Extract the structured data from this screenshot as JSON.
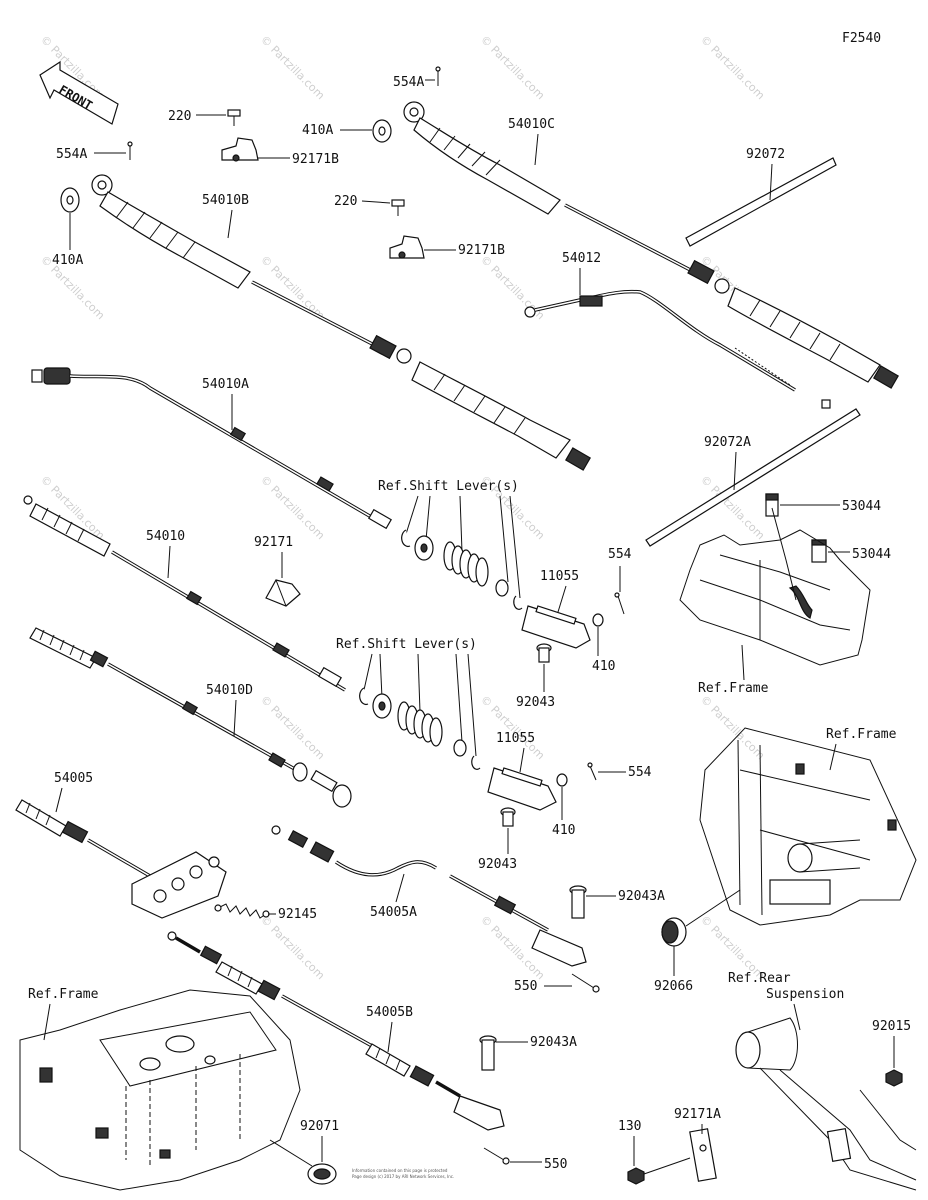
{
  "figure_code": "F2540",
  "front_label": "FRONT",
  "watermark": "© Partzilla.com",
  "copyright_line1": "Information contained on this page is protected",
  "copyright_line2": "Page design (c) 2017 by ARI Network Services, Inc.",
  "labels": {
    "p554A_top": "554A",
    "p410A_top": "410A",
    "p54010C": "54010C",
    "p220_a": "220",
    "p92171B_a": "92171B",
    "p554A_left": "554A",
    "p92072": "92072",
    "p54010B": "54010B",
    "p220_b": "220",
    "p92171B_b": "92171B",
    "p54012": "54012",
    "p410A_left": "410A",
    "p54010A": "54010A",
    "p92072A": "92072A",
    "ref_shift_1": "Ref.Shift Lever(s)",
    "p53044_a": "53044",
    "p53044_b": "53044",
    "p54010": "54010",
    "p92171": "92171",
    "p11055_a": "11055",
    "p554": "554",
    "p410_a": "410",
    "p92043_a": "92043",
    "ref_frame_1": "Ref.Frame",
    "ref_shift_2": "Ref.Shift Lever(s)",
    "p54010D": "54010D",
    "ref_frame_2": "Ref.Frame",
    "p11055_b": "11055",
    "p554_b": "554",
    "p54005": "54005",
    "p410_b": "410",
    "p92043_b": "92043",
    "p92043A_a": "92043A",
    "p92145": "92145",
    "p54005A": "54005A",
    "p92066": "92066",
    "p550_a": "550",
    "ref_rear_1": "Ref.Rear",
    "ref_rear_2": "Suspension",
    "ref_frame_3": "Ref.Frame",
    "p54005B": "54005B",
    "p92015": "92015",
    "p92043A_b": "92043A",
    "p92171A": "92171A",
    "p92071": "92071",
    "p130": "130",
    "p550_b": "550"
  }
}
